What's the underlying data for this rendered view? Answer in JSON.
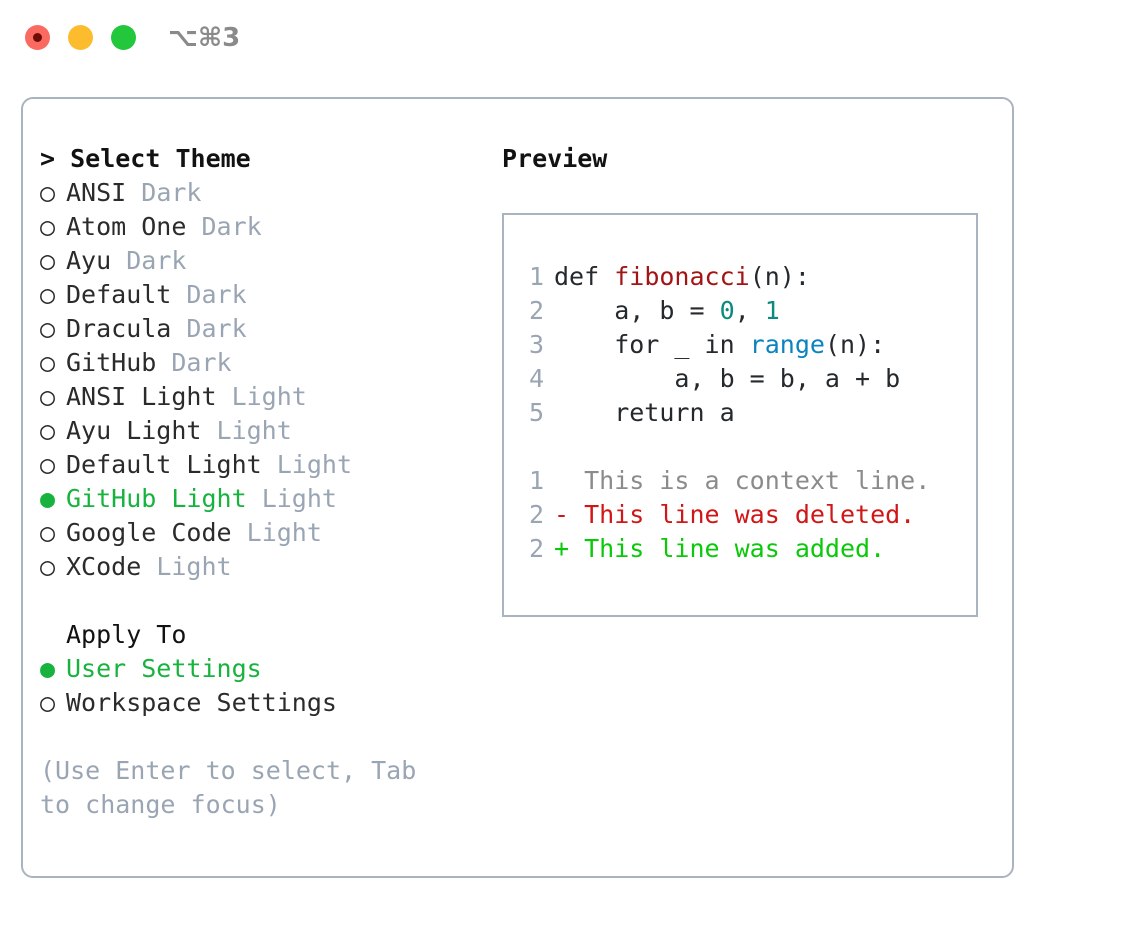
{
  "titlebar": {
    "shortcut": "⌥⌘3",
    "buttons": [
      {
        "name": "close",
        "color": "#fb6a61"
      },
      {
        "name": "minimize",
        "color": "#fdbc2e"
      },
      {
        "name": "maximize",
        "color": "#22c73c"
      }
    ]
  },
  "theme_list": {
    "header": "> Select Theme",
    "items": [
      {
        "bullet": "○",
        "label": "ANSI",
        "tag": "Dark",
        "selected": false
      },
      {
        "bullet": "○",
        "label": "Atom One",
        "tag": "Dark",
        "selected": false
      },
      {
        "bullet": "○",
        "label": "Ayu",
        "tag": "Dark",
        "selected": false
      },
      {
        "bullet": "○",
        "label": "Default",
        "tag": "Dark",
        "selected": false
      },
      {
        "bullet": "○",
        "label": "Dracula",
        "tag": "Dark",
        "selected": false
      },
      {
        "bullet": "○",
        "label": "GitHub",
        "tag": "Dark",
        "selected": false
      },
      {
        "bullet": "○",
        "label": "ANSI Light",
        "tag": "Light",
        "selected": false
      },
      {
        "bullet": "○",
        "label": "Ayu Light",
        "tag": "Light",
        "selected": false
      },
      {
        "bullet": "○",
        "label": "Default Light",
        "tag": "Light",
        "selected": false
      },
      {
        "bullet": "●",
        "label": "GitHub Light",
        "tag": "Light",
        "selected": true
      },
      {
        "bullet": "○",
        "label": "Google Code",
        "tag": "Light",
        "selected": false
      },
      {
        "bullet": "○",
        "label": "XCode",
        "tag": "Light",
        "selected": false
      }
    ]
  },
  "apply_to": {
    "header": "Apply To",
    "items": [
      {
        "bullet": "●",
        "label": "User Settings",
        "selected": true
      },
      {
        "bullet": "○",
        "label": "Workspace Settings",
        "selected": false
      }
    ]
  },
  "hint": "(Use Enter to select, Tab to change focus)",
  "preview": {
    "header": "Preview",
    "code_lines": [
      {
        "num": "1",
        "segments": [
          {
            "text": "def ",
            "kind": "plain"
          },
          {
            "text": "fibonacci",
            "kind": "fn"
          },
          {
            "text": "(n):",
            "kind": "plain"
          }
        ]
      },
      {
        "num": "2",
        "segments": [
          {
            "text": "    a, b = ",
            "kind": "plain"
          },
          {
            "text": "0",
            "kind": "num"
          },
          {
            "text": ", ",
            "kind": "plain"
          },
          {
            "text": "1",
            "kind": "num"
          }
        ]
      },
      {
        "num": "3",
        "segments": [
          {
            "text": "    for _ in ",
            "kind": "plain"
          },
          {
            "text": "range",
            "kind": "call"
          },
          {
            "text": "(n):",
            "kind": "plain"
          }
        ]
      },
      {
        "num": "4",
        "segments": [
          {
            "text": "        a, b = b, a + b",
            "kind": "plain"
          }
        ]
      },
      {
        "num": "5",
        "segments": [
          {
            "text": "    return a",
            "kind": "plain"
          }
        ]
      }
    ],
    "diff_lines": [
      {
        "num": "1",
        "marker": "  ",
        "text": "This is a context line.",
        "kind": "ctx"
      },
      {
        "num": "2",
        "marker": "- ",
        "text": "This line was deleted.",
        "kind": "del"
      },
      {
        "num": "2",
        "marker": "+ ",
        "text": "This line was added.",
        "kind": "add"
      }
    ]
  },
  "colors": {
    "selection_green": "#17b33e",
    "added_green": "#0ac90a",
    "deleted_red": "#d01616",
    "function_red": "#a31515",
    "number_teal": "#0b8a7d",
    "call_blue": "#0a84c1",
    "muted": "#9aa5b4",
    "border": "#aab3c0"
  }
}
